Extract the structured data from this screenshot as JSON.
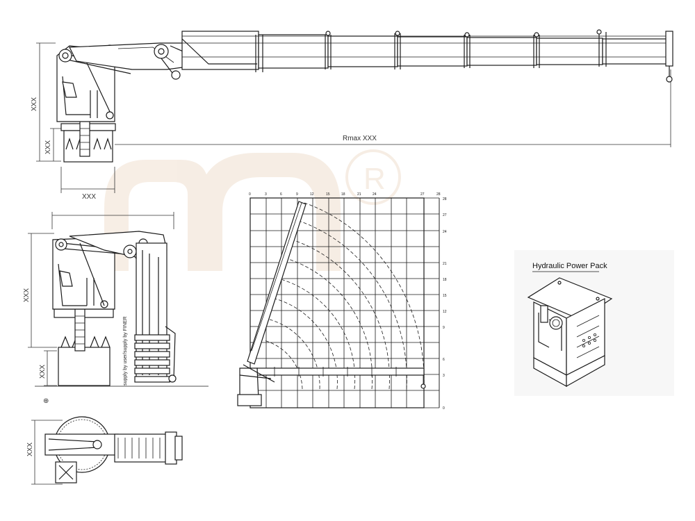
{
  "dimensions": {
    "height_upper": "XXX",
    "height_lower": "XXX",
    "base_width": "XXX",
    "rmax": "Rmax XXX",
    "side_height": "XXX",
    "side_lower": "XXX",
    "top_width": "XXX"
  },
  "side_view_note": "supply by user/supply by FINER",
  "load_chart": {
    "x_ticks": [
      "0",
      "3",
      "6",
      "9",
      "12",
      "15",
      "18",
      "21",
      "24",
      "27",
      "28"
    ],
    "y_ticks": [
      "28",
      "27",
      "24",
      "21",
      "18",
      "15",
      "12",
      "9",
      "6",
      "3",
      "0"
    ]
  },
  "power_pack": {
    "title": "Hydraulic Power Pack"
  },
  "colors": {
    "line": "#1a1a1a",
    "watermark": "#f4e8dc"
  }
}
